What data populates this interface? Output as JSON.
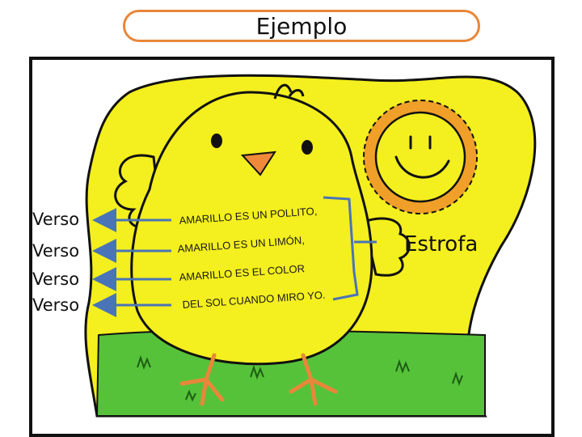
{
  "title": "Ejemplo",
  "verse_labels": [
    "Verso",
    "Verso",
    "Verso",
    "Verso"
  ],
  "stanza_label": "Estrofa",
  "poem_lines": [
    "AMARILLO ES UN POLLITO,",
    "AMARILLO ES UN LIMÓN,",
    "AMARILLO ES EL COLOR",
    "DEL SOL CUANDO MIRO YO."
  ],
  "colors": {
    "accent": "#e8873a",
    "arrow": "#4a74b8",
    "yellow": "#f4ef1e",
    "grass": "#56c23a",
    "sun": "#f0a028",
    "beak": "#f08a3a"
  }
}
